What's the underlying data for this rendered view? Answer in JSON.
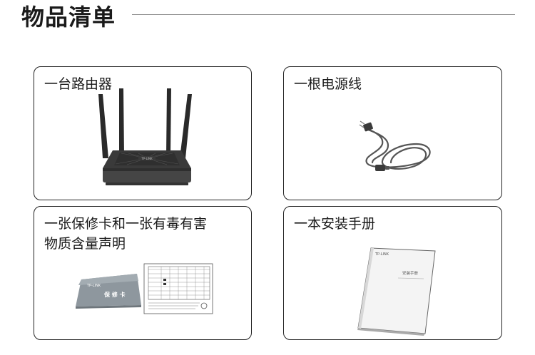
{
  "heading": "物品清单",
  "items": [
    {
      "label": "一台路由器"
    },
    {
      "label": "一根电源线"
    },
    {
      "label_line1": "一张保修卡和一张有毒有害",
      "label_line2": "物质含量声明"
    },
    {
      "label": "一本安装手册"
    }
  ],
  "warranty_card": {
    "logo": "TP-LINK",
    "title": "保 修 卡"
  },
  "router": {
    "logo": "TP-LINK"
  },
  "manual": {
    "logo": "TP-LINK",
    "title": "安装手册"
  }
}
